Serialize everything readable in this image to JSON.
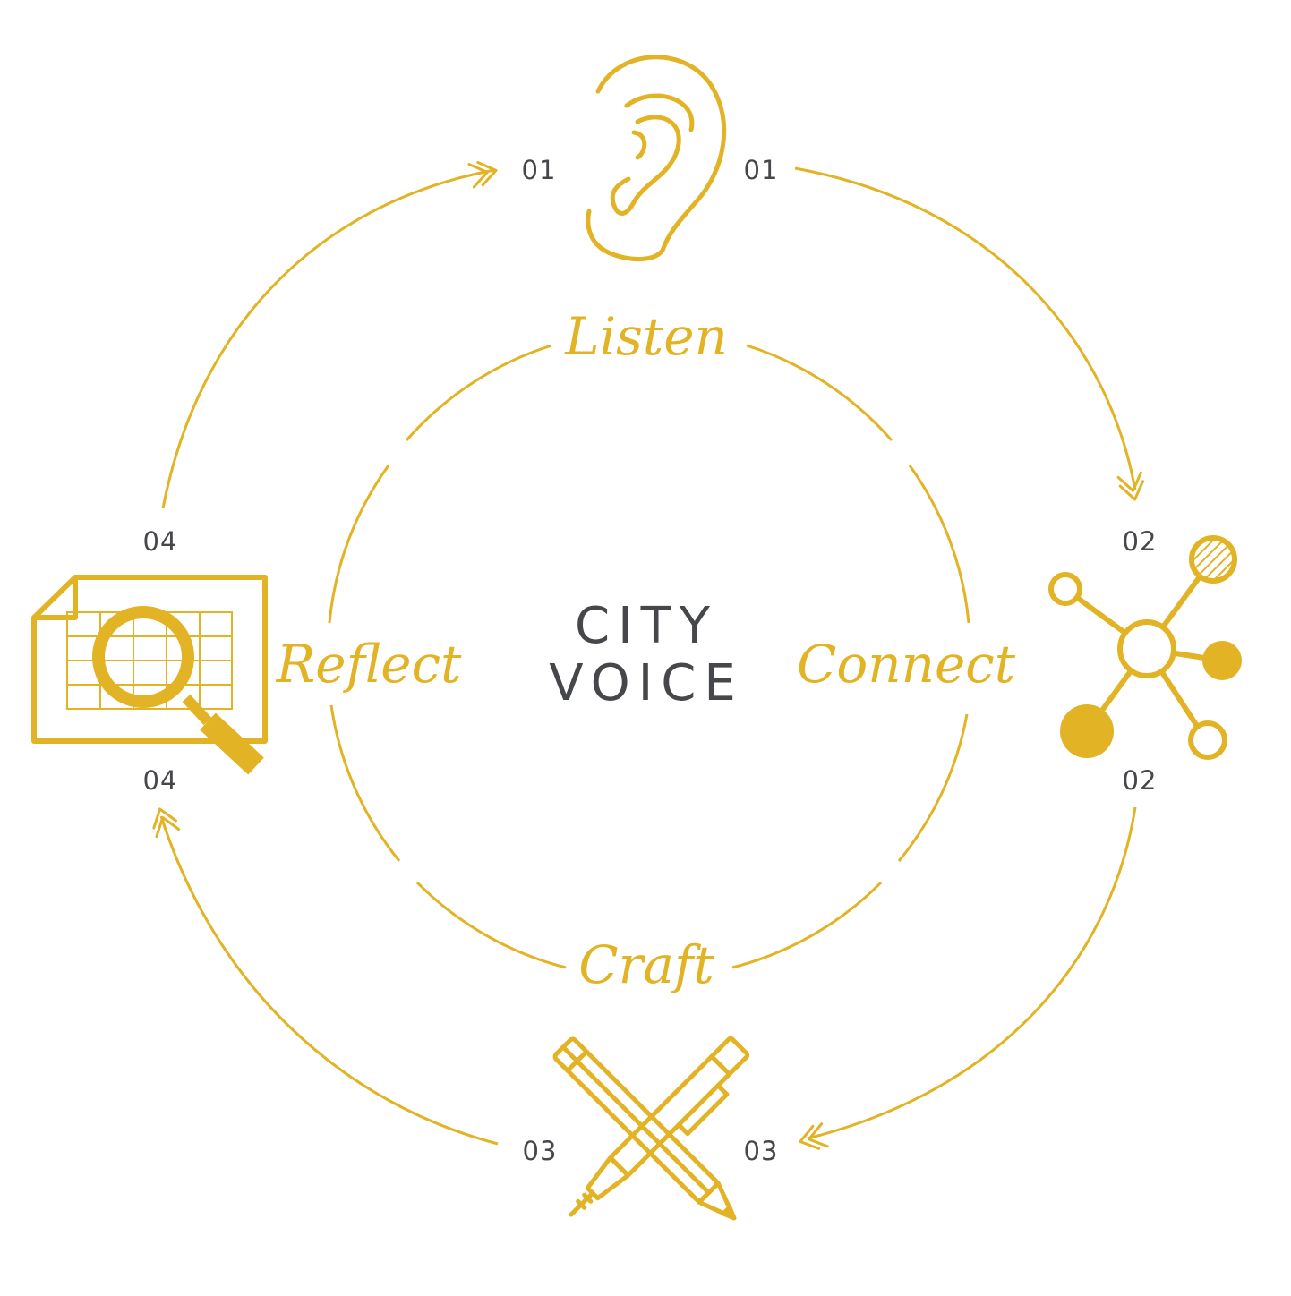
{
  "center": {
    "line1": "CITY",
    "line2": "VOICE"
  },
  "steps": [
    {
      "label": "Listen",
      "number_in": "01",
      "number_out": "01",
      "icon": "ear-icon"
    },
    {
      "label": "Connect",
      "number_in": "02",
      "number_out": "02",
      "icon": "network-icon"
    },
    {
      "label": "Craft",
      "number_in": "03",
      "number_out": "03",
      "icon": "pencil-pen-cross-icon"
    },
    {
      "label": "Reflect",
      "number_in": "04",
      "number_out": "04",
      "icon": "document-magnifier-icon"
    }
  ],
  "colors": {
    "accent": "#e2b324",
    "text": "#45474b",
    "background": "#ffffff"
  }
}
